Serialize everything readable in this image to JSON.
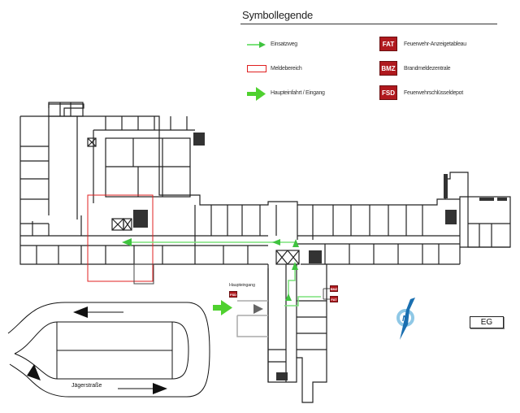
{
  "legend": {
    "title": "Symbollegende",
    "items": [
      {
        "key": "einsatzweg",
        "label": "Einsatzweg",
        "symbol": "thin-green-arrow"
      },
      {
        "key": "meldebereich",
        "label": "Meldebereich",
        "symbol": "red-rectangle"
      },
      {
        "key": "haupteinfahrt",
        "label": "Haupteinfahrt / Eingang",
        "symbol": "thick-green-arrow"
      },
      {
        "key": "fat",
        "badge": "FAT",
        "label": "Feuerwehr-Anzeigetableau"
      },
      {
        "key": "bmz",
        "badge": "BMZ",
        "label": "Brandmeldezentrale"
      },
      {
        "key": "fsd",
        "badge": "FSD",
        "label": "Feuerwehrschlüsseldepot"
      }
    ]
  },
  "plan": {
    "main_entrance_label": "Haupteingang",
    "markers": {
      "fsd": "FSD",
      "bmz": "BMZ",
      "fat": "FAT"
    },
    "floor_label": "EG",
    "street_name": "Jägerstraße",
    "compass": "north-arrow-icon"
  },
  "colors": {
    "route_green": "#6ee36e",
    "arrow_green": "#4fd12f",
    "meldebereich_red": "#e02020",
    "badge_red": "#b0191e",
    "compass_blue": "#1a6fb0",
    "compass_ring": "#8fc8e6",
    "wall": "#222222"
  }
}
